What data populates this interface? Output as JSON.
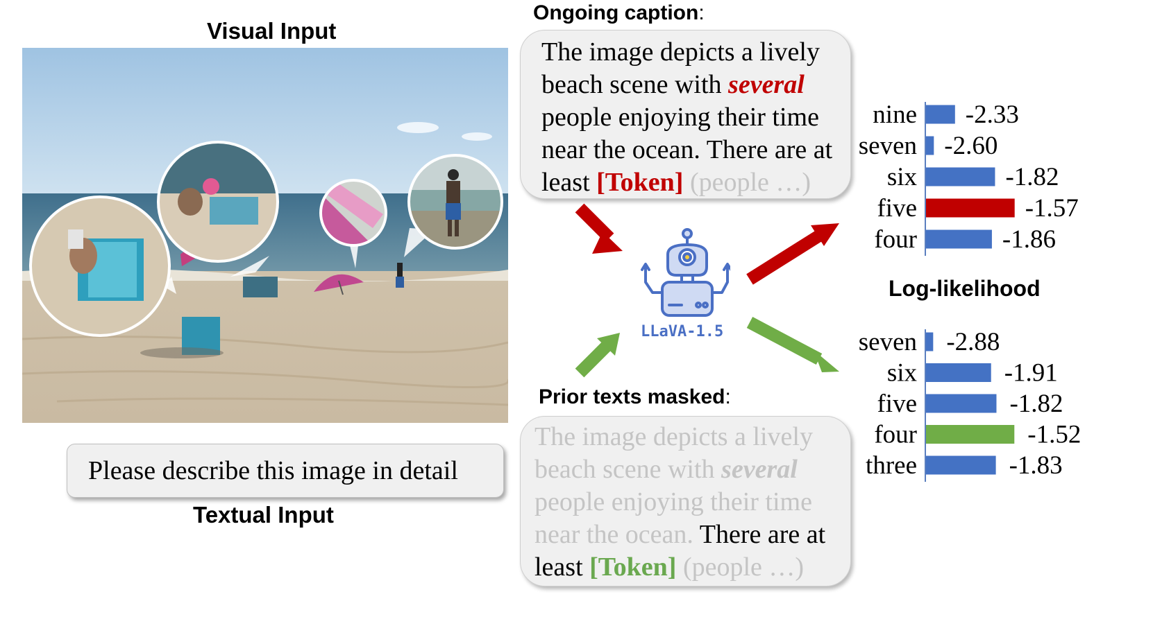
{
  "visual_input": {
    "heading": "Visual Input"
  },
  "textual_input": {
    "heading": "Textual Input",
    "prompt": "Please describe this image in detail"
  },
  "ongoing_caption": {
    "heading": "Ongoing caption",
    "colon": ":",
    "lines": [
      [
        "The image depicts a lively"
      ],
      [
        "beach scene with ",
        "several"
      ],
      [
        "people enjoying their time"
      ],
      [
        "near the ocean. There are at"
      ],
      [
        "least ",
        "[Token]",
        " (people …)"
      ]
    ]
  },
  "prior_masked": {
    "heading": "Prior texts masked",
    "colon": ":",
    "lines": [
      [
        "The image depicts a lively"
      ],
      [
        "beach scene with ",
        "several"
      ],
      [
        "people enjoying their time"
      ],
      [
        "near the ocean.",
        " There are at"
      ],
      [
        "least ",
        "[Token]",
        " (people …)"
      ]
    ]
  },
  "model": {
    "name": "LLaVA-1.5",
    "icon": "robot-icon"
  },
  "log_likelihood_label": "Log-likelihood",
  "colors": {
    "bar_default": "#4472c4",
    "highlight_red": "#c00000",
    "highlight_green": "#70ad47",
    "arrow_red": "#c00000",
    "arrow_green": "#70ad47"
  },
  "chart_data": [
    {
      "type": "bar",
      "orientation": "horizontal",
      "categories": [
        "nine",
        "seven",
        "six",
        "five",
        "four"
      ],
      "values": [
        -2.33,
        -2.6,
        -1.82,
        -1.57,
        -1.86
      ],
      "value_labels": [
        "-2.33",
        "-2.60",
        "-1.82",
        "-1.57",
        "-1.86"
      ],
      "highlight": "five",
      "highlight_color": "#c00000",
      "baseline": -2.7
    },
    {
      "type": "bar",
      "orientation": "horizontal",
      "categories": [
        "seven",
        "six",
        "five",
        "four",
        "three"
      ],
      "values": [
        -2.88,
        -1.91,
        -1.82,
        -1.52,
        -1.83
      ],
      "value_labels": [
        "-2.88",
        "-1.91",
        "-1.82",
        "-1.52",
        "-1.83"
      ],
      "highlight": "four",
      "highlight_color": "#70ad47",
      "baseline": -3.0
    }
  ]
}
